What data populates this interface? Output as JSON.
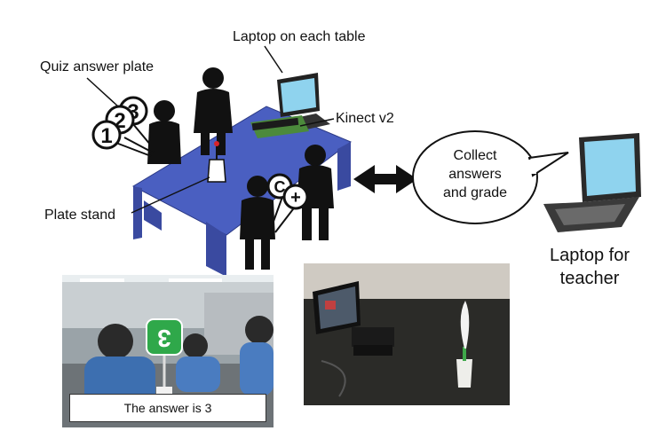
{
  "labels": {
    "laptop_each_table": "Laptop on each table",
    "quiz_plate": "Quiz answer plate",
    "kinect": "Kinect v2",
    "plate_stand": "Plate stand",
    "bubble_line1": "Collect",
    "bubble_line2": "answers",
    "bubble_line3": "and grade",
    "teacher_line1": "Laptop for",
    "teacher_line2": "teacher"
  },
  "plates": {
    "red": "1",
    "purple": "2",
    "green": "3",
    "red_small": "C",
    "blue_small": "+"
  },
  "photo_left": {
    "caption": "The answer is 3",
    "plate_digit": "3"
  },
  "colors": {
    "table": "#4a5fc1",
    "table_dark": "#3a4aa0",
    "figure": "#111111",
    "plate_red": "#d8232a",
    "plate_purple": "#7b3fc4",
    "plate_green": "#2fa84a",
    "plate_blue": "#2b4fd6",
    "laptop_screen": "#8fd3ee",
    "kinect_base": "#4c8a3c"
  }
}
